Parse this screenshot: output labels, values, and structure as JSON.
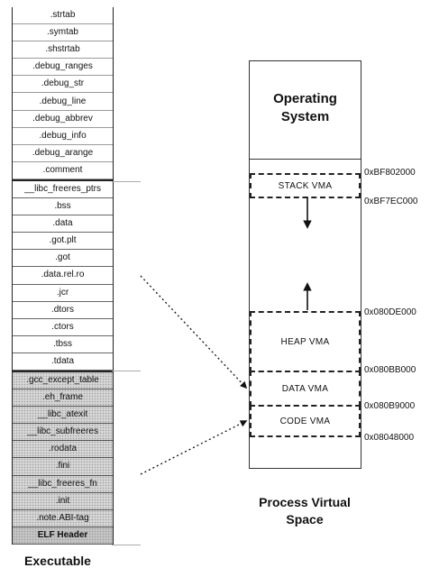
{
  "executable": {
    "label": "Executable",
    "sections_upper": [
      ".strtab",
      ".symtab",
      ".shstrtab",
      ".debug_ranges",
      ".debug_str",
      ".debug_line",
      ".debug_abbrev",
      ".debug_info",
      ".debug_arange",
      ".comment"
    ],
    "sections_data": [
      "__libc_freeres_ptrs",
      ".bss",
      ".data",
      ".got.plt",
      ".got",
      ".data.rel.ro",
      ".jcr",
      ".dtors",
      ".ctors",
      ".tbss",
      ".tdata"
    ],
    "sections_code": [
      ".gcc_except_table",
      ".eh_frame",
      "__libc_atexit",
      "__libc_subfreeres",
      ".rodata",
      ".fini",
      "__libc_freeres_fn",
      ".init",
      ".note.ABI-tag",
      "ELF Header"
    ]
  },
  "process_space": {
    "os_title_line1": "Operating",
    "os_title_line2": "System",
    "title_line1": "Process Virtual",
    "title_line2": "Space",
    "stack_label": "STACK VMA",
    "heap_label": "HEAP VMA",
    "data_label": "DATA VMA",
    "code_label": "CODE VMA",
    "addr_stack_top": "0xBF802000",
    "addr_stack_bottom": "0xBF7EC000",
    "addr_heap_top": "0x080DE000",
    "addr_data_top": "0x080BB000",
    "addr_code_top": "0x080B9000",
    "addr_code_bottom": "0x08048000"
  }
}
